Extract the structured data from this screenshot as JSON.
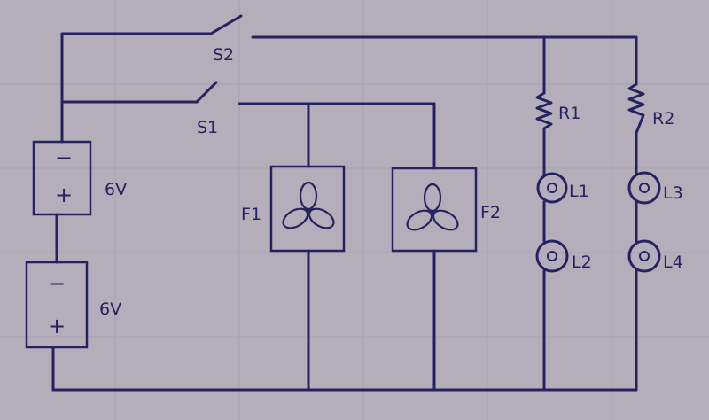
{
  "diagram": {
    "colors": {
      "ink": "#26225f",
      "paper": "#b4aebb",
      "grid": "#a9a3b1"
    },
    "switches": {
      "s2": "S2",
      "s1": "S1"
    },
    "batteries": [
      {
        "minus": "−",
        "plus": "+",
        "voltage": "6V"
      },
      {
        "minus": "−",
        "plus": "+",
        "voltage": "6V"
      }
    ],
    "fans": [
      {
        "label": "F1",
        "icon": "fan-icon"
      },
      {
        "label": "F2",
        "icon": "fan-icon"
      }
    ],
    "resistors": {
      "r1": "R1",
      "r2": "R2"
    },
    "lamps": {
      "l1": "L1",
      "l2": "L2",
      "l3": "L3",
      "l4": "L4"
    }
  }
}
